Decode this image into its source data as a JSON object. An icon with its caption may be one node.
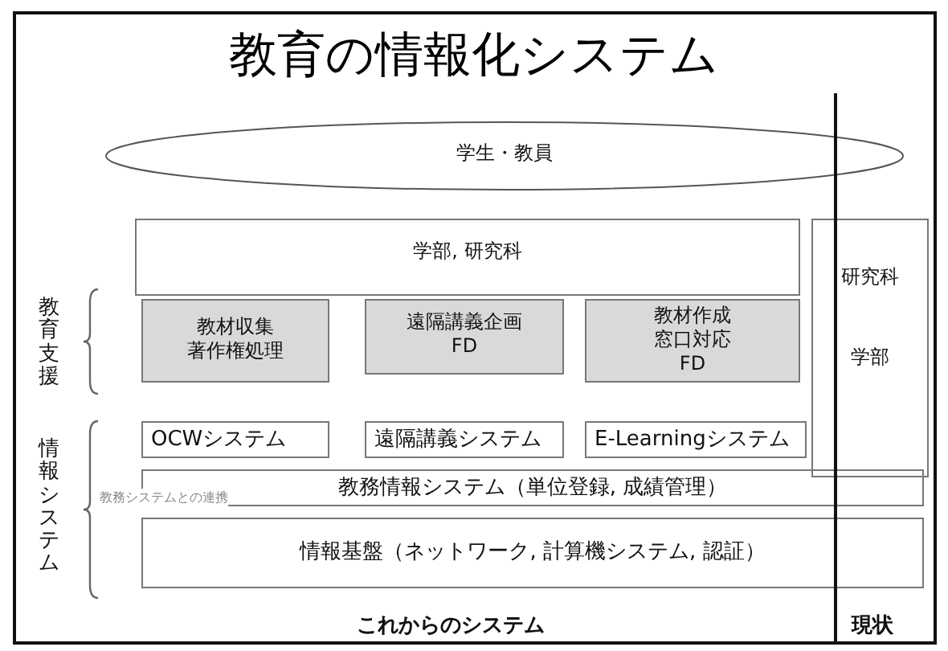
{
  "diagram": {
    "title": "教育の情報化システム",
    "nodes": [
      {
        "text": [
          "学生・教員"
        ]
      },
      {
        "text": [
          "学部, 研究科"
        ]
      },
      {
        "text": [
          "研究科",
          "学部"
        ]
      },
      {
        "text": [
          "教材収集",
          "著作権処理"
        ]
      },
      {
        "text": [
          "遠隔講義企画",
          "FD"
        ]
      },
      {
        "text": [
          "教材作成",
          "窓口対応",
          "FD"
        ]
      },
      {
        "text": [
          "OCWシステム"
        ]
      },
      {
        "text": [
          "遠隔講義システム"
        ]
      },
      {
        "text": [
          "E-Learningシステム"
        ]
      },
      {
        "text": [
          "教務情報システム（単位登録, 成績管理）"
        ]
      },
      {
        "text": [
          "情報基盤（ネットワーク, 計算機システム, 認証）"
        ]
      }
    ],
    "labels": [
      "教育支援",
      "情報システム",
      "教務システムとの連携",
      "これからのシステム",
      "現状"
    ]
  }
}
